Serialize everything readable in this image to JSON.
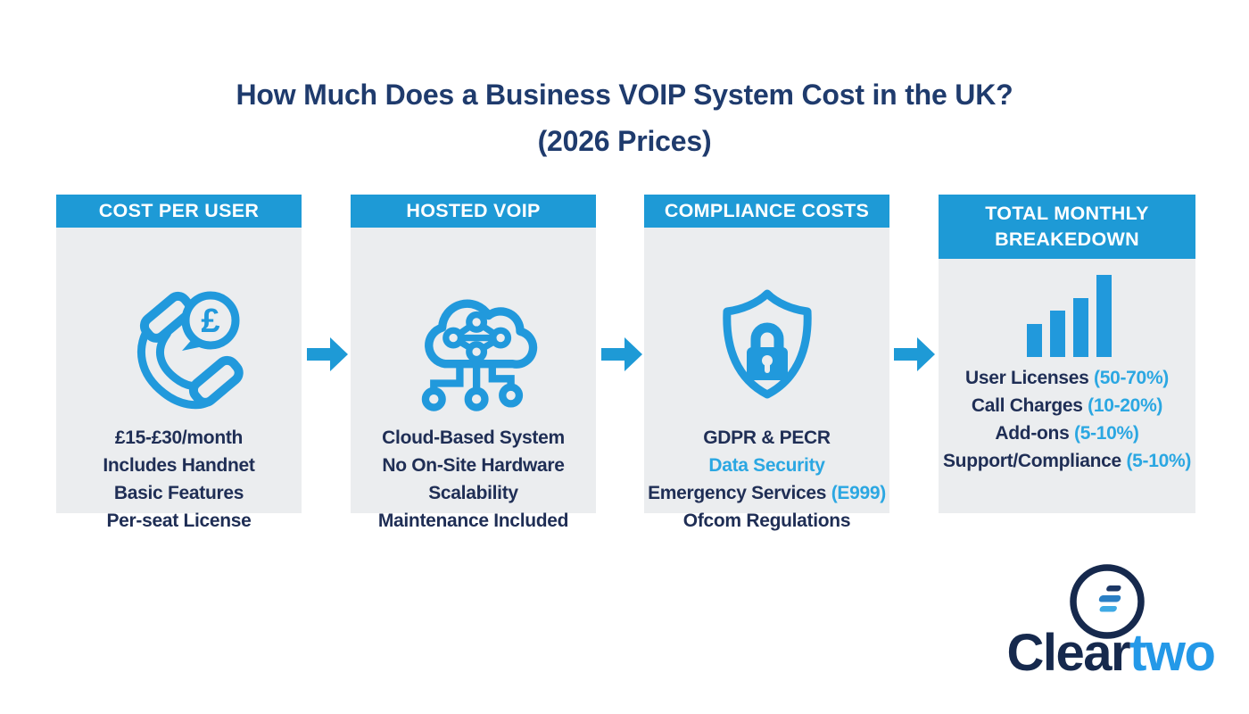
{
  "title": {
    "line1": "How Much Does a Business VOIP System Cost in the UK?",
    "line2": "(2026 Prices)"
  },
  "columns": [
    {
      "header": "COST PER USER",
      "icon": "phone-pound-icon",
      "lines": [
        {
          "label": "£15-£30/month",
          "accent": ""
        },
        {
          "label": "Includes Handnet",
          "accent": ""
        },
        {
          "label": "Basic Features",
          "accent": ""
        },
        {
          "label": "Per-seat License",
          "accent": ""
        }
      ]
    },
    {
      "header": "HOSTED VOIP",
      "icon": "cloud-network-icon",
      "lines": [
        {
          "label": "Cloud-Based System",
          "accent": ""
        },
        {
          "label": "No On-Site Hardware",
          "accent": ""
        },
        {
          "label": "Scalability",
          "accent": ""
        },
        {
          "label": "Maintenance Included",
          "accent": ""
        }
      ]
    },
    {
      "header": "COMPLIANCE COSTS",
      "icon": "shield-lock-icon",
      "lines": [
        {
          "label": "GDPR & PECR",
          "accent": ""
        },
        {
          "label": "",
          "accent": "Data Security"
        },
        {
          "label": "Emergency Services",
          "accent": " (E999)"
        },
        {
          "label": "Ofcom Regulations",
          "accent": ""
        }
      ]
    },
    {
      "header": "TOTAL MONTHLY BREAKEDOWN",
      "icon": "bar-chart-icon",
      "lines": [
        {
          "label": "User Licenses",
          "accent": " (50-70%)"
        },
        {
          "label": "Call Charges",
          "accent": " (10-20%)"
        },
        {
          "label": "Add-ons",
          "accent": " (5-10%)"
        },
        {
          "label": "Support/Compliance",
          "accent": " (5-10%)"
        }
      ]
    }
  ],
  "icons": {
    "pound_badge": "£"
  },
  "logo": {
    "brand_primary": "Clear",
    "brand_secondary": "two"
  },
  "colors": {
    "header_blue": "#1E9AD6",
    "icon_blue": "#2199DC",
    "accent_blue": "#2BA7E2",
    "title_navy": "#1F3B6D",
    "text_navy": "#1F2E55",
    "panel_gray": "#EBEDEF",
    "logo_navy": "#16294D",
    "logo_blue": "#2499E8"
  }
}
